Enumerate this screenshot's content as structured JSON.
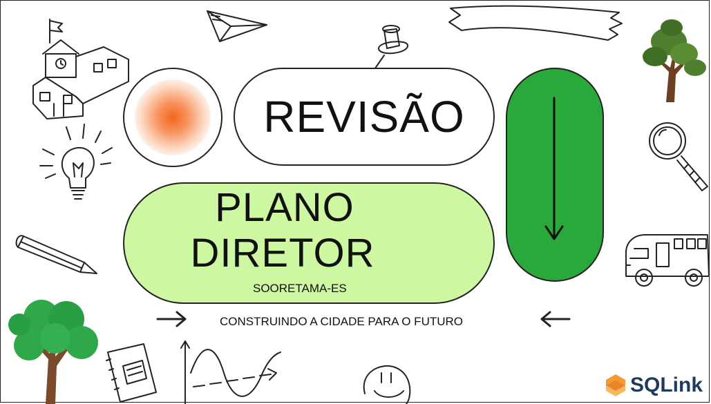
{
  "title": "REVISÃO",
  "plan_line1": "PLANO",
  "plan_line2": "DIRETOR",
  "city": "SOORETAMA-ES",
  "tagline": "CONSTRUINDO A CIDADE PARA O FUTURO",
  "brand": "SQLink",
  "colors": {
    "green_pill": "#2aa83a",
    "light_green_pill": "#cdf7a1",
    "orange_glow": "#f4661d",
    "brand_orange": "#f39a2e",
    "brand_blue": "#1f3a5f"
  },
  "icons": [
    "school-icon",
    "paper-plane-icon",
    "banner-icon",
    "pushpin-icon",
    "tree-icon",
    "magnifier-icon",
    "lightbulb-icon",
    "pencil-icon",
    "bus-icon",
    "notebook-icon",
    "graph-icon",
    "smiley-icon",
    "arrow-right-icon",
    "arrow-left-icon",
    "arrow-down-icon",
    "brand-logo-icon"
  ]
}
